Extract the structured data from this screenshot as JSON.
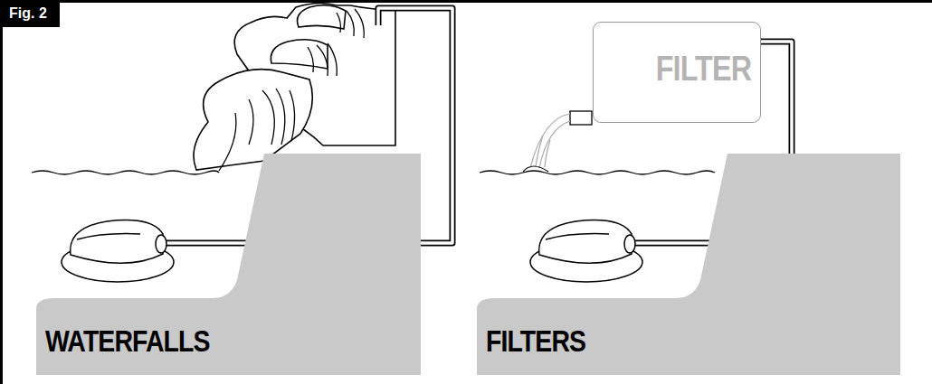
{
  "diagram": {
    "title": "Fig. 2",
    "nodes": [
      {
        "text": [
          "WATERFALLS"
        ]
      },
      {
        "text": [
          "FILTER"
        ]
      },
      {
        "text": [
          "FILTERS"
        ]
      }
    ]
  }
}
